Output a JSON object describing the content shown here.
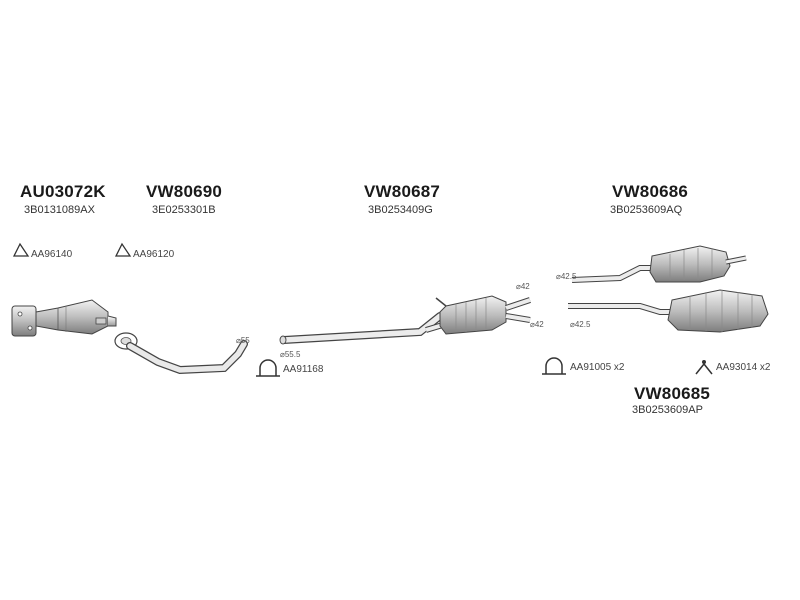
{
  "parts": [
    {
      "code": "AU03072K",
      "oem": "3B0131089AX"
    },
    {
      "code": "VW80690",
      "oem": "3E0253301B"
    },
    {
      "code": "VW80687",
      "oem": "3B0253409G"
    },
    {
      "code": "VW80686",
      "oem": "3B0253609AQ"
    },
    {
      "code": "VW80685",
      "oem": "3B0253609AP"
    }
  ],
  "accessories": [
    {
      "code": "AA96140"
    },
    {
      "code": "AA96120"
    },
    {
      "code": "AA91168"
    },
    {
      "code": "AA91005 x2"
    },
    {
      "code": "AA93014 x2"
    }
  ],
  "diameters": [
    "⌀55",
    "⌀55.5",
    "⌀42",
    "⌀42",
    "⌀42.5",
    "⌀42.5"
  ]
}
